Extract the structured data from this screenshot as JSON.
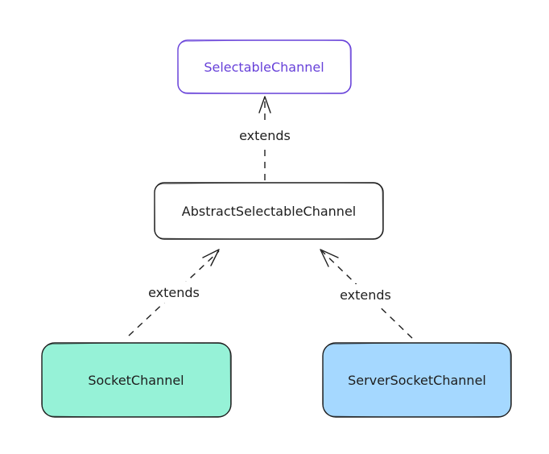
{
  "nodes": {
    "selectable": {
      "label": "SelectableChannel",
      "fill": "#ffffff",
      "stroke": "#6741d9",
      "text_color": "#6741d9"
    },
    "abstract": {
      "label": "AbstractSelectableChannel",
      "fill": "#ffffff",
      "stroke": "#1e1e1e",
      "text_color": "#1e1e1e"
    },
    "socket": {
      "label": "SocketChannel",
      "fill": "#96f2d7",
      "stroke": "#1e1e1e",
      "text_color": "#1e1e1e"
    },
    "server_socket": {
      "label": "ServerSocketChannel",
      "fill": "#a5d8ff",
      "stroke": "#1e1e1e",
      "text_color": "#1e1e1e"
    }
  },
  "edges": [
    {
      "from": "abstract",
      "to": "selectable",
      "label": "extends"
    },
    {
      "from": "socket",
      "to": "abstract",
      "label": "extends"
    },
    {
      "from": "server_socket",
      "to": "abstract",
      "label": "extends"
    }
  ]
}
